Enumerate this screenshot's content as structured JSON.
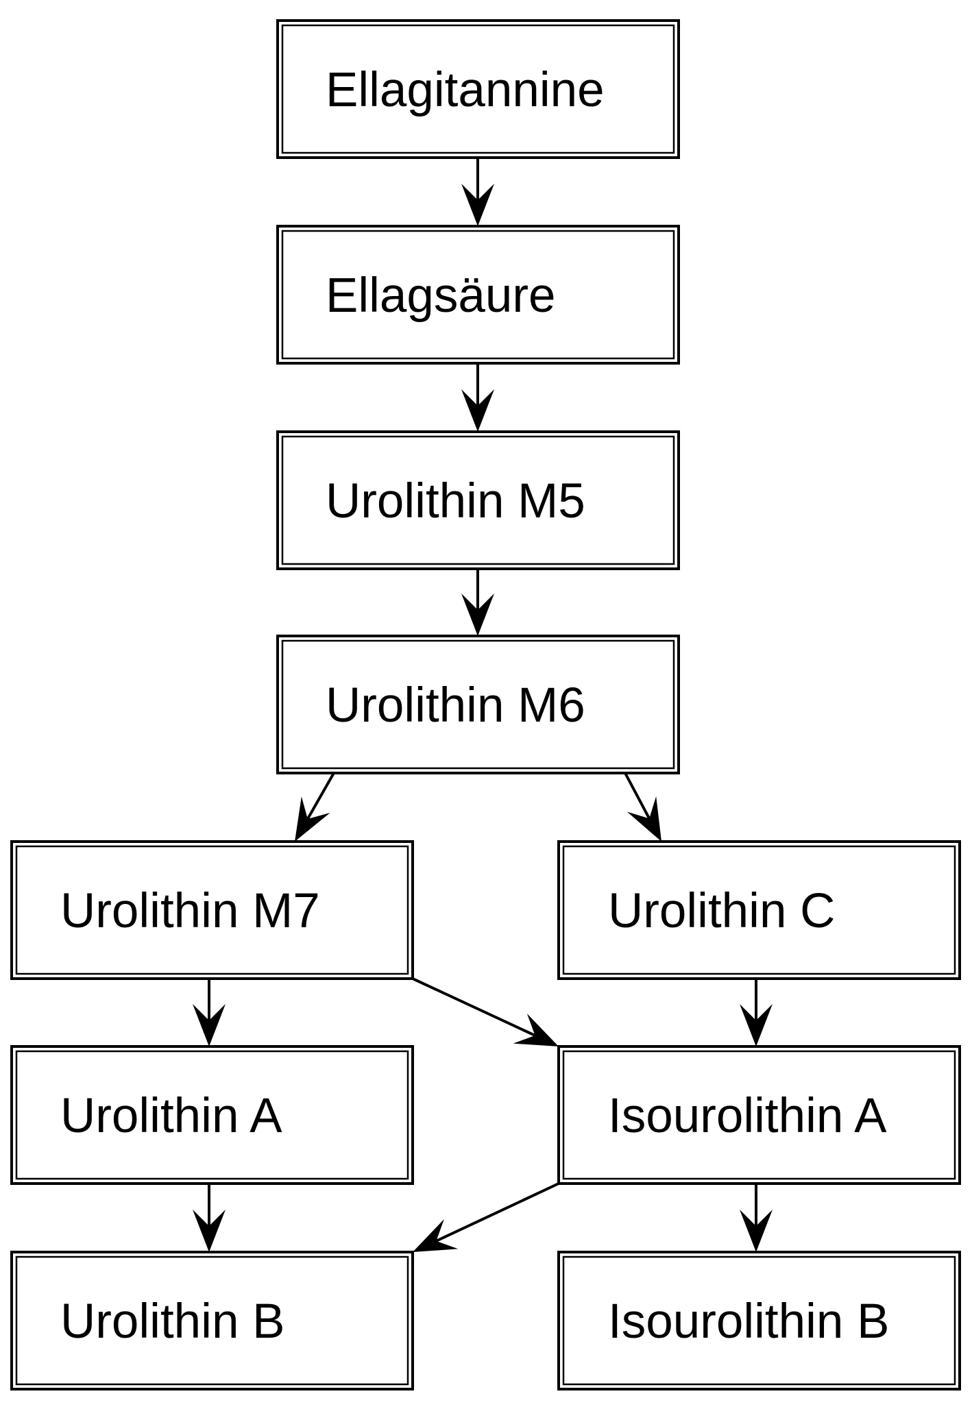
{
  "diagram": {
    "type": "flowchart",
    "nodes": [
      {
        "id": "ellagitannine",
        "label": "Ellagitannine"
      },
      {
        "id": "ellagsaeure",
        "label": "Ellagsäure"
      },
      {
        "id": "urolithin-m5",
        "label": "Urolithin M5"
      },
      {
        "id": "urolithin-m6",
        "label": "Urolithin M6"
      },
      {
        "id": "urolithin-m7",
        "label": "Urolithin M7"
      },
      {
        "id": "urolithin-c",
        "label": "Urolithin C"
      },
      {
        "id": "urolithin-a",
        "label": "Urolithin A"
      },
      {
        "id": "isourolithin-a",
        "label": "Isourolithin A"
      },
      {
        "id": "urolithin-b",
        "label": "Urolithin B"
      },
      {
        "id": "isourolithin-b",
        "label": "Isourolithin B"
      }
    ],
    "edges": [
      {
        "from": "ellagitannine",
        "to": "ellagsaeure"
      },
      {
        "from": "ellagsaeure",
        "to": "urolithin-m5"
      },
      {
        "from": "urolithin-m5",
        "to": "urolithin-m6"
      },
      {
        "from": "urolithin-m6",
        "to": "urolithin-m7"
      },
      {
        "from": "urolithin-m6",
        "to": "urolithin-c"
      },
      {
        "from": "urolithin-m7",
        "to": "urolithin-a"
      },
      {
        "from": "urolithin-m7",
        "to": "isourolithin-a"
      },
      {
        "from": "urolithin-c",
        "to": "isourolithin-a"
      },
      {
        "from": "urolithin-a",
        "to": "urolithin-b"
      },
      {
        "from": "isourolithin-a",
        "to": "urolithin-b"
      },
      {
        "from": "isourolithin-a",
        "to": "isourolithin-b"
      }
    ]
  }
}
